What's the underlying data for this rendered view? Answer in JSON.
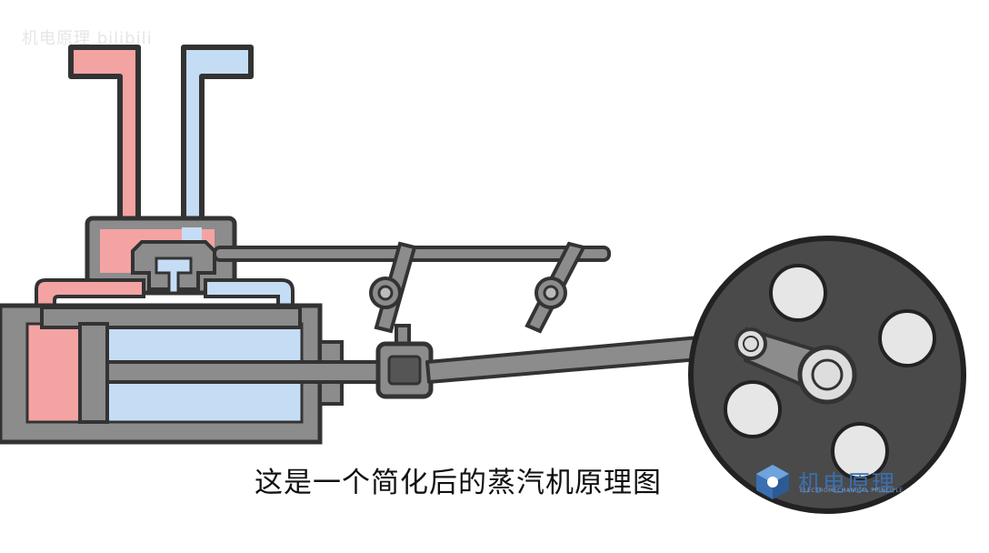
{
  "subtitle": "这是一个简化后的蒸汽机原理图",
  "watermark": "机电原理 bilibili",
  "logo": {
    "name": "机电原理",
    "tagline": "ELECTROMECHANICAL PRINCIPLE"
  },
  "colors": {
    "steam_hot": "#f4a3a3",
    "steam_cold": "#c5dcf5",
    "metal": "#8c8c8c",
    "outline": "#333333",
    "wheel": "#4a4a4a",
    "wheel_hole": "#e6e6e6"
  }
}
